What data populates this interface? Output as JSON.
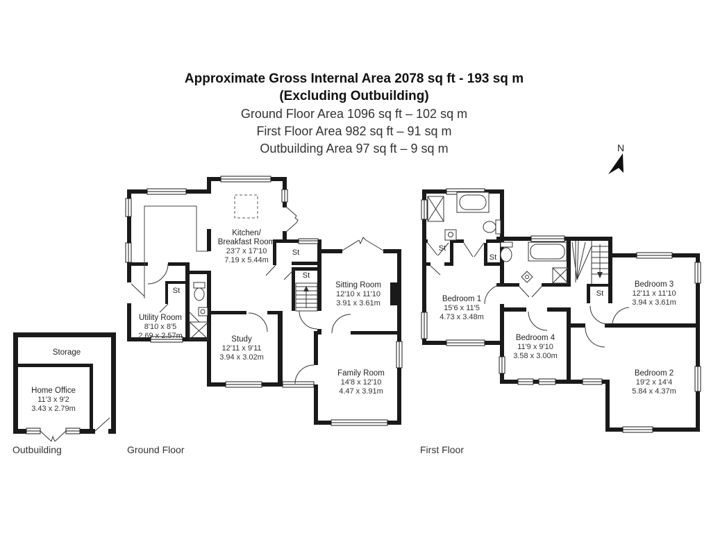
{
  "header": {
    "line1": "Approximate Gross Internal Area 2078 sq ft - 193 sq m",
    "line2": "(Excluding Outbuilding)",
    "line3": "Ground Floor Area 1096 sq ft – 102 sq m",
    "line4": "First Floor Area 982 sq ft – 91 sq m",
    "line5": "Outbuilding Area 97 sq ft – 9 sq m"
  },
  "compass": {
    "north": "N"
  },
  "captions": {
    "outbuilding": "Outbuilding",
    "ground": "Ground Floor",
    "first": "First Floor"
  },
  "labels": {
    "st": "St"
  },
  "rooms": {
    "kitchen": {
      "n1": "Kitchen/",
      "n2": "Breakfast Room",
      "imp": "23'7 x 17'10",
      "met": "7.19 x 5.44m"
    },
    "sitting": {
      "n": "Sitting Room",
      "imp": "12'10 x 11'10",
      "met": "3.91 x 3.61m"
    },
    "utility": {
      "n": "Utility Room",
      "imp": "8'10 x 8'5",
      "met": "2.69 x 2.57m"
    },
    "study": {
      "n": "Study",
      "imp": "12'11 x 9'11",
      "met": "3.94 x 3.02m"
    },
    "family": {
      "n": "Family Room",
      "imp": "14'8 x 12'10",
      "met": "4.47 x 3.91m"
    },
    "bed1": {
      "n": "Bedroom 1",
      "imp": "15'6 x 11'5",
      "met": "4.73 x 3.48m"
    },
    "bed2": {
      "n": "Bedroom 2",
      "imp": "19'2 x 14'4",
      "met": "5.84 x 4.37m"
    },
    "bed3": {
      "n": "Bedroom 3",
      "imp": "12'11 x 11'10",
      "met": "3.94 x 3.61m"
    },
    "bed4": {
      "n": "Bedroom 4",
      "imp": "11'9 x 9'10",
      "met": "3.58 x 3.00m"
    },
    "storage": {
      "n": "Storage"
    },
    "office": {
      "n": "Home Office",
      "imp": "11'3 x 9'2",
      "met": "3.43 x 2.79m"
    }
  }
}
